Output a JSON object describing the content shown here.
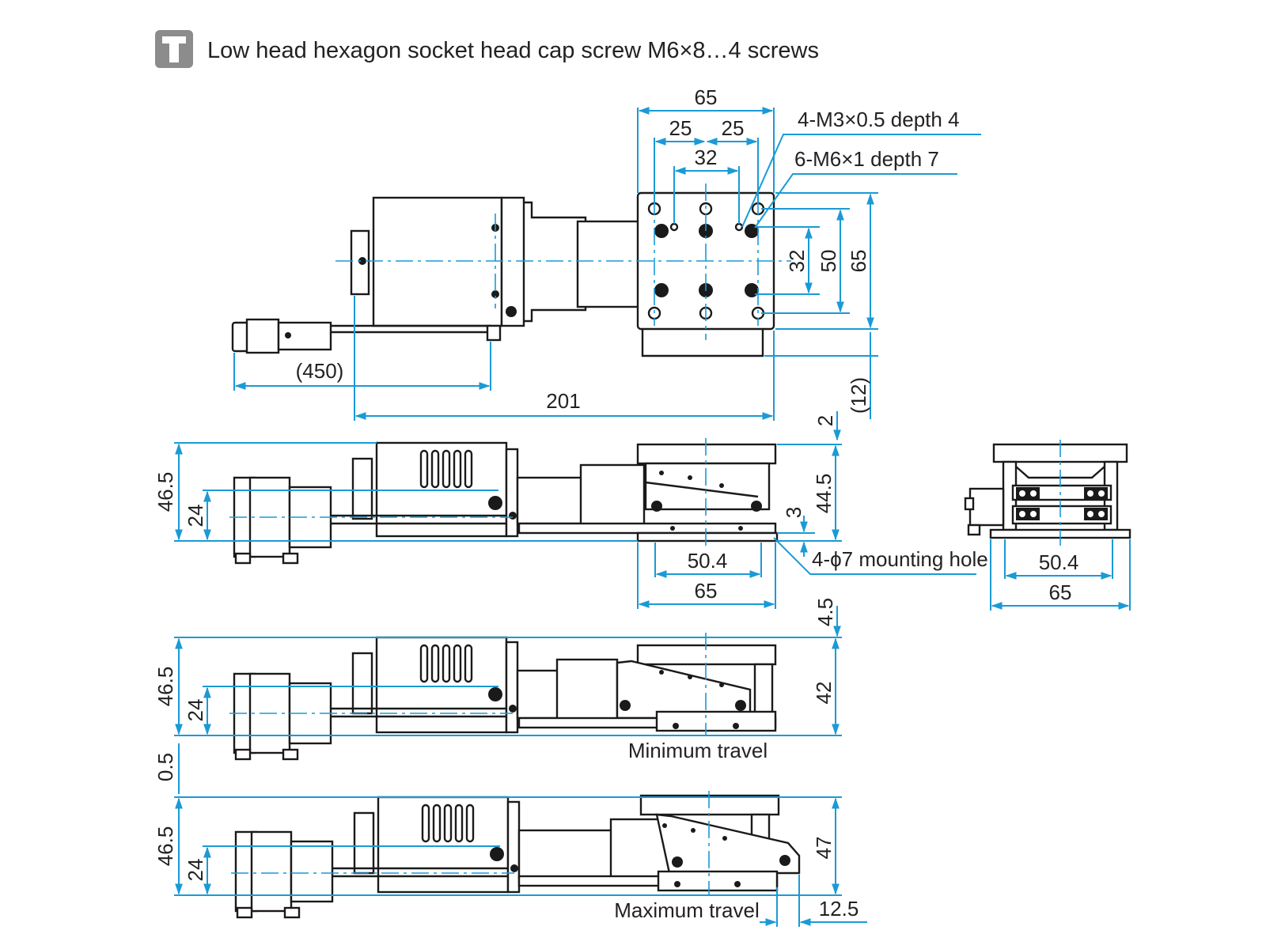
{
  "header": {
    "legend_text": "Low head hexagon socket head cap screw M6×8…4 screws",
    "icon": "socket-screw-icon"
  },
  "top_view": {
    "dim_overall_width": "65",
    "dim_pitch_left": "25",
    "dim_pitch_right": "25",
    "dim_inner_pitch": "32",
    "note_m3": "4-M3×0.5 depth 4",
    "note_m6": "6-M6×1 depth 7",
    "dim_right_32": "32",
    "dim_right_50": "50",
    "dim_right_65": "65",
    "dim_cable": "(450)",
    "dim_total_length": "201",
    "dim_12": "(12)",
    "dim_2": "2"
  },
  "side_view_home": {
    "dim_height": "46.5",
    "dim_24": "24",
    "dim_44_5": "44.5",
    "dim_3": "3",
    "note_mounting": "4-ϕ7 mounting hole",
    "dim_50_4": "50.4",
    "dim_65": "65",
    "dim_4_5": "4.5"
  },
  "end_view": {
    "dim_50_4": "50.4",
    "dim_65": "65"
  },
  "side_view_min": {
    "dim_height": "46.5",
    "dim_24": "24",
    "dim_42": "42",
    "label": "Minimum travel",
    "dim_0_5": "0.5"
  },
  "side_view_max": {
    "dim_height": "46.5",
    "dim_24": "24",
    "dim_47": "47",
    "label": "Maximum travel",
    "dim_12_5": "12.5"
  },
  "colors": {
    "dimension": "#1a9ad6",
    "outline": "#1a1a1a",
    "icon_bg": "#8c8c8c"
  }
}
